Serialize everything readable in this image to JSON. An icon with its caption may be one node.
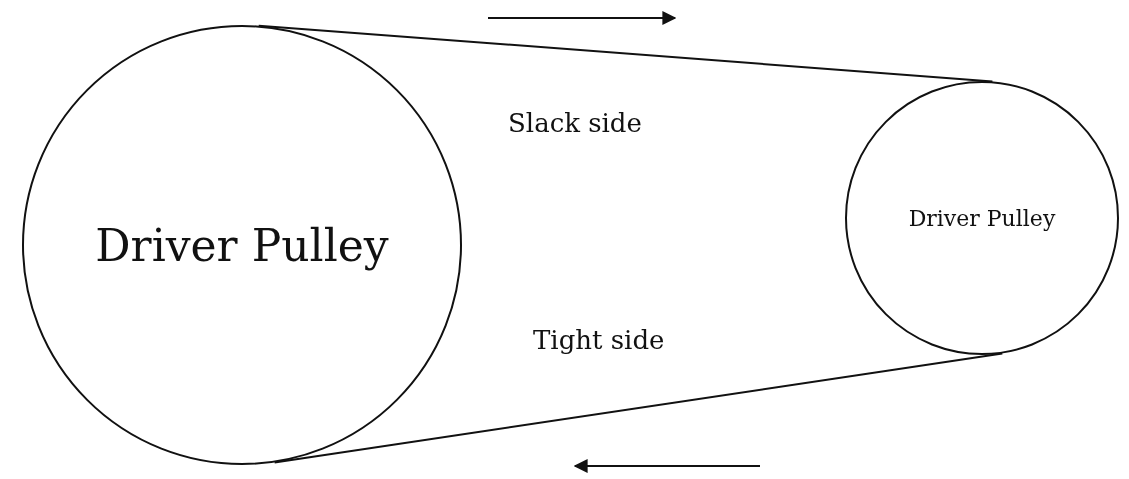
{
  "diagram": {
    "nodes": [
      {
        "text": [
          "Driver Pulley"
        ]
      },
      {
        "text": [
          "Driver Pulley"
        ]
      }
    ],
    "edges": [
      {
        "from": 0,
        "to": 1,
        "arrow": "none"
      },
      {
        "from": 0,
        "to": 1,
        "arrow": "none"
      }
    ],
    "labels": [
      "Slack side",
      "Tight side"
    ]
  }
}
